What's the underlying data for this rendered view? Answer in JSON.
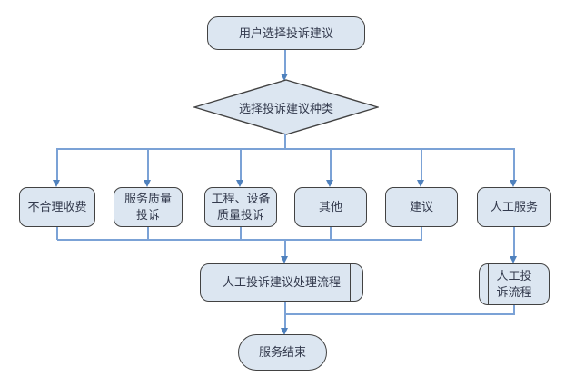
{
  "flowchart": {
    "start": {
      "label": "用户选择投诉建议",
      "shape": "terminator"
    },
    "decision": {
      "label": "选择投诉建议种类",
      "shape": "diamond"
    },
    "categories": [
      {
        "label": "不合理收费"
      },
      {
        "label": "服务质量\n投诉"
      },
      {
        "label": "工程、设备\n质量投诉"
      },
      {
        "label": "其他"
      },
      {
        "label": "建议"
      },
      {
        "label": "人工服务"
      }
    ],
    "processes": [
      {
        "label": "人工投诉建议处理流程",
        "shape": "predefined-process"
      },
      {
        "label": "人工投\n诉流程",
        "shape": "predefined-process"
      }
    ],
    "end": {
      "label": "服务结束",
      "shape": "terminator"
    },
    "colors": {
      "node_fill": "#dce6f1",
      "node_border": "#424242",
      "connector_line": "#7ba2d6",
      "arrowhead": "#4f81bd",
      "text": "#333a4d",
      "background": "#ffffff"
    }
  }
}
